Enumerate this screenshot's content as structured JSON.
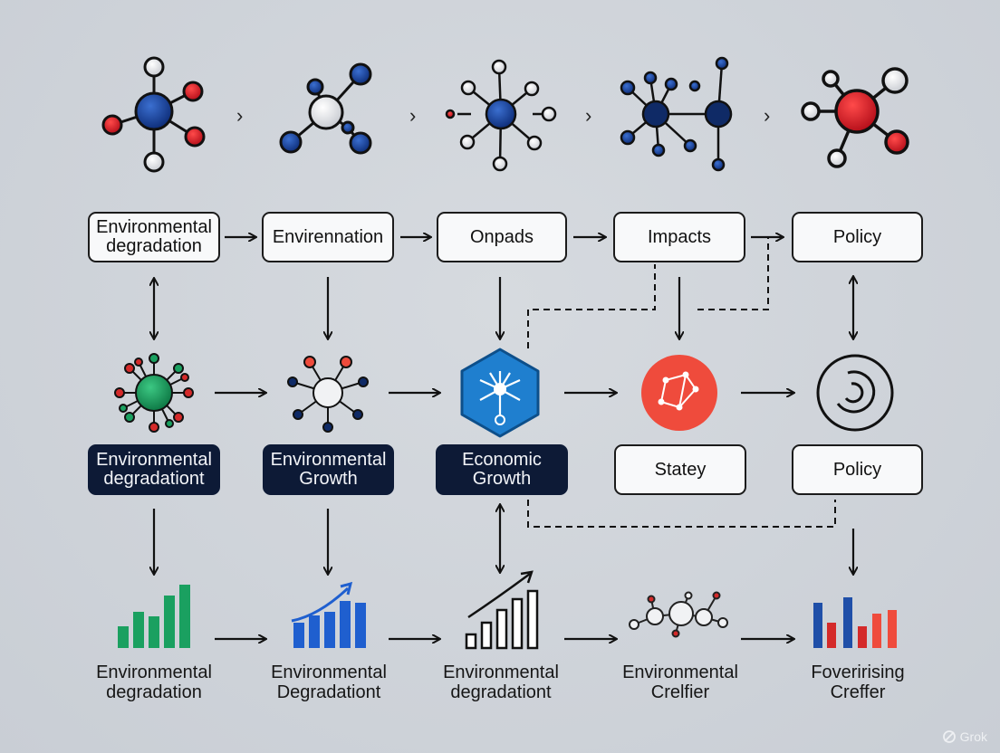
{
  "top_boxes": [
    {
      "label": "Environmental\ndegradation"
    },
    {
      "label": "Envirennation"
    },
    {
      "label": "Onpads"
    },
    {
      "label": "Impacts"
    },
    {
      "label": "Policy"
    }
  ],
  "middle_boxes": [
    {
      "label": "Environmental\ndegradationt",
      "style": "dark"
    },
    {
      "label": "Environmental\nGrowth",
      "style": "dark"
    },
    {
      "label": "Economic\nGrowth",
      "style": "dark"
    },
    {
      "label": "Statey",
      "style": "light"
    },
    {
      "label": "Policy",
      "style": "light"
    }
  ],
  "bottom_captions": [
    {
      "label": "Environmental\ndegradation"
    },
    {
      "label": "Environmental\nDegradationt"
    },
    {
      "label": "Environmental\ndegradationt"
    },
    {
      "label": "Environmental\nCrelfier"
    },
    {
      "label": "Foverirising\nCreffer"
    }
  ],
  "icons": {
    "row1": [
      "molecule-icon",
      "molecule-icon",
      "molecule-icon",
      "molecule-network-icon",
      "molecule-icon"
    ],
    "row2": [
      "virus-node-icon",
      "network-node-icon",
      "hexagon-hub-icon",
      "red-circle-network-icon",
      "spiral-ring-icon"
    ],
    "row3": [
      "bar-chart-icon",
      "growth-bar-chart-icon",
      "growth-bar-chart-icon",
      "molecule-network-icon",
      "bar-chart-icon"
    ]
  },
  "watermark": "Grok",
  "colors": {
    "background": "#ccd1d8",
    "dark_box": "#0d1a36",
    "blue": "#1f4fa8",
    "navy": "#0f2a66",
    "red": "#d42a2a",
    "green": "#1aa060",
    "orange_red": "#ef4b3c",
    "hex_blue": "#1f7fcf"
  }
}
